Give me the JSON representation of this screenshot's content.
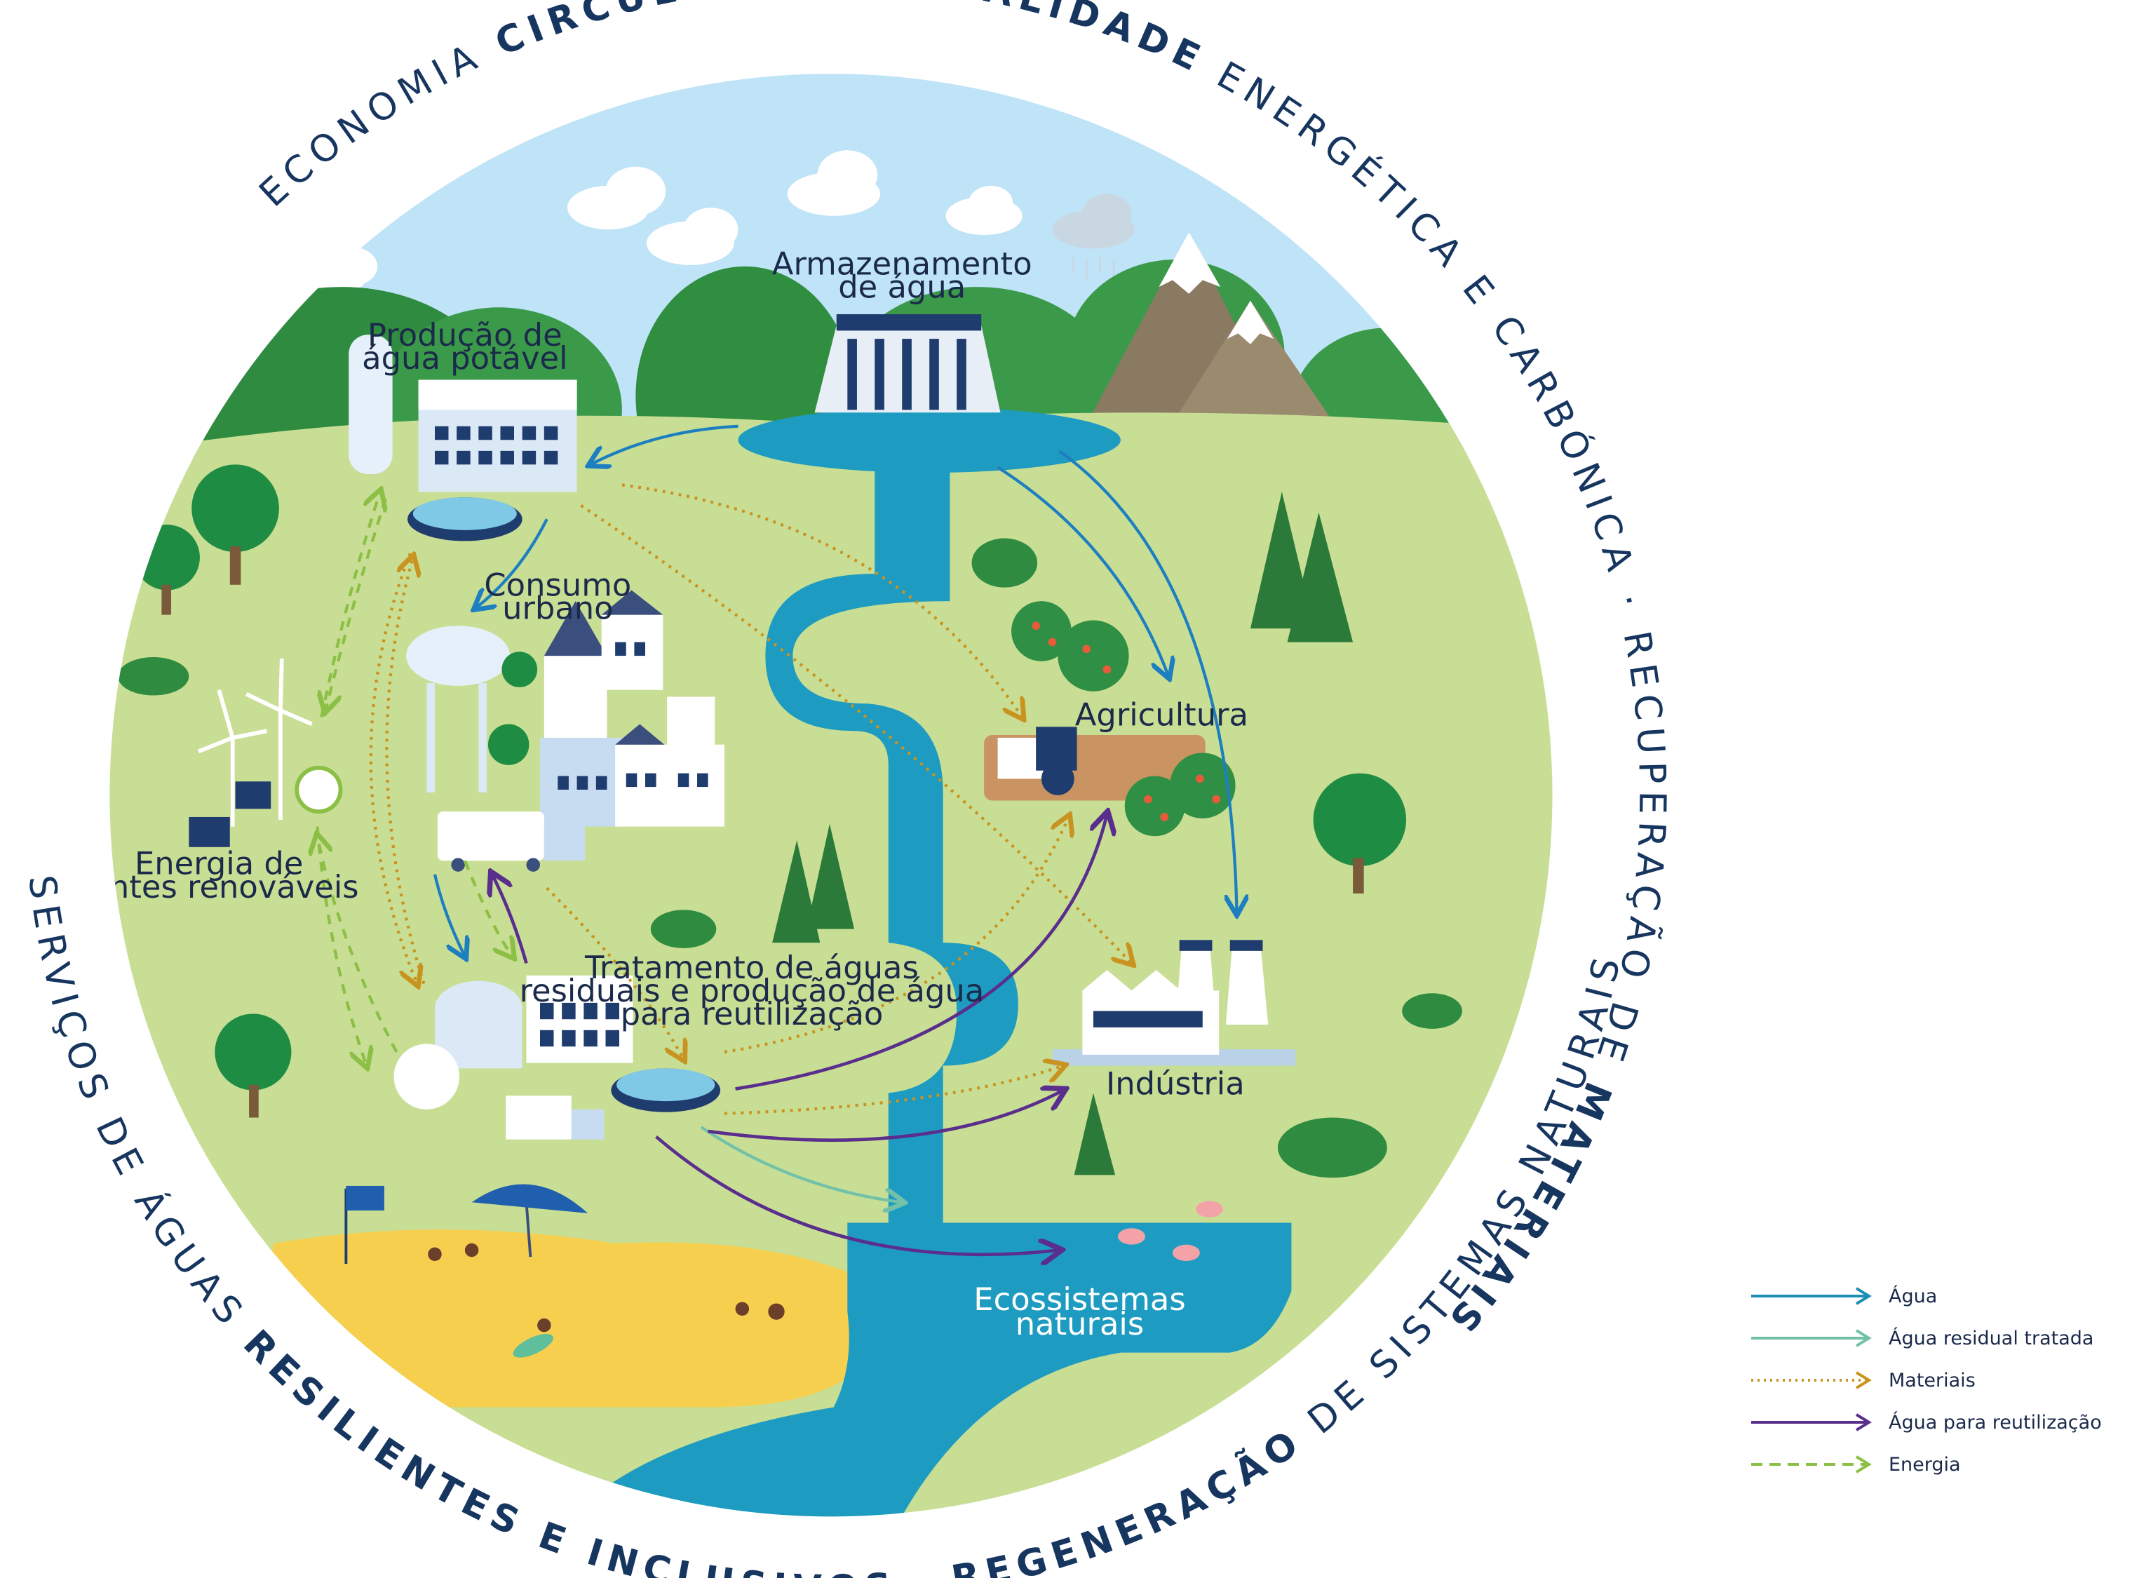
{
  "ring_text": {
    "top_prefix": "ECONOMIA",
    "top_circular": "CIRCULAR",
    "top_neutral": "NEUTRALIDADE",
    "top_energetica": "ENERGÉTICA E CARBÓNICA",
    "right_recup": "RECUPERAÇÃO DE",
    "right_materiais": "MATERIAIS",
    "bottom_servicos": "SERVIÇOS DE ÁGUAS",
    "bottom_resilientes": "RESILIENTES E INCLUSIVOS",
    "bottom_regeneracao": "REGENERAÇÃO",
    "bottom_sistemas": "DE SISTEMAS NATURAIS",
    "separator": "·"
  },
  "labels": {
    "armazenamento_1": "Armazenamento",
    "armazenamento_2": "de água",
    "producao_1": "Produção de",
    "producao_2": "água potável",
    "consumo_1": "Consumo",
    "consumo_2": "urbano",
    "agricultura": "Agricultura",
    "energia_1": "Energia de",
    "energia_2": "fontes renováveis",
    "tratamento_1": "Tratamento de águas",
    "tratamento_2": "residuais e produção de água",
    "tratamento_3": "para reutilização",
    "industria": "Indústria",
    "ecossistemas_1": "Ecossistemas",
    "ecossistemas_2": "naturais"
  },
  "legend": [
    {
      "label": "Água",
      "style": "solid",
      "color": "#1d8fb5"
    },
    {
      "label": "Água residual tratada",
      "style": "solid",
      "color": "#72c1a8"
    },
    {
      "label": "Materiais",
      "style": "dotted",
      "color": "#c99320"
    },
    {
      "label": "Água para reutilização",
      "style": "solid",
      "color": "#5a2e8c"
    },
    {
      "label": "Energia",
      "style": "dashed",
      "color": "#8cbf45"
    }
  ],
  "colors": {
    "sky": "#bfe3f7",
    "land": "#c8de94",
    "water": "#1e9bc1",
    "hills": "#2e8b3f",
    "sand": "#f6cf4f",
    "ring_text": "#16355f"
  }
}
